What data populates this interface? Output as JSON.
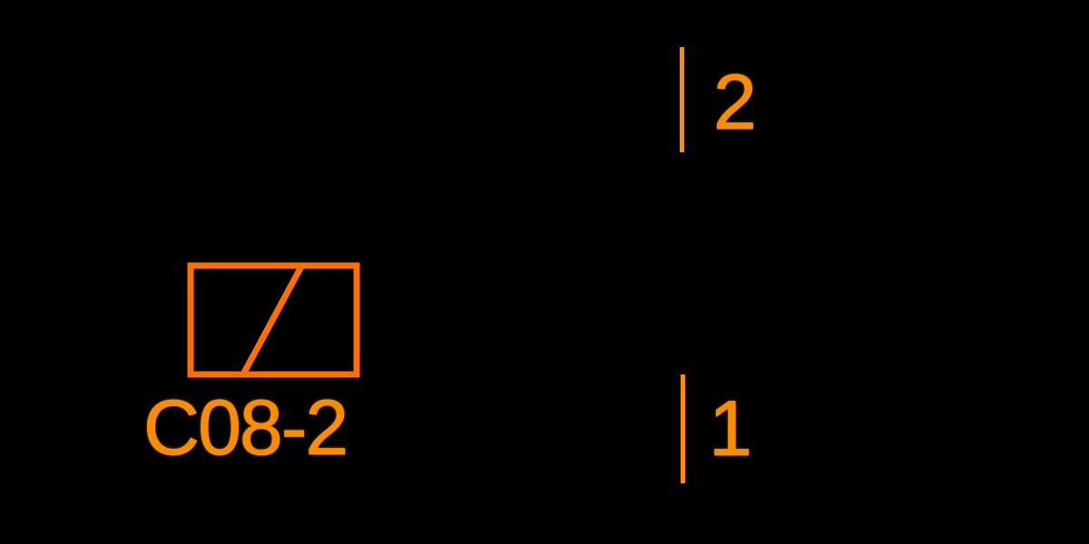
{
  "canvas": {
    "background": "#000000"
  },
  "colors": {
    "component_outline": "#ff6f00",
    "pin_line": "#ff8c00",
    "label_text": "#ff8c00"
  },
  "component": {
    "refdes": "C08-2",
    "symbol": "rectangle-with-diagonal-slash"
  },
  "pins": [
    {
      "number": "2",
      "position": "top"
    },
    {
      "number": "1",
      "position": "bottom"
    }
  ]
}
